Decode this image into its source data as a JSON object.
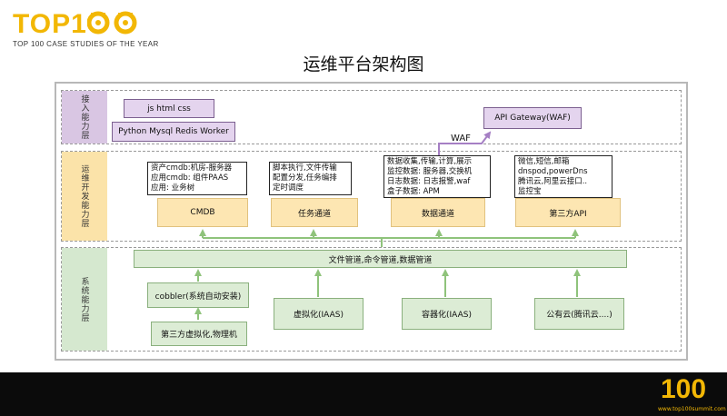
{
  "logo": {
    "main": "TOP1",
    "tagline": "TOP 100 CASE STUDIES OF THE YEAR"
  },
  "title": "运维平台架构图",
  "layers": {
    "access": "接入能力层",
    "dev": "运维开发能力层",
    "system": "系统能力层"
  },
  "access_layer": {
    "frontend": "js html css",
    "backend": "Python Mysql Redis Worker",
    "gateway": "API Gateway(WAF)",
    "waf_label": "WAF"
  },
  "notes": {
    "cmdb": [
      "资产cmdb:机房-服务器",
      "应用cmdb: 组件PAAS",
      "应用: 业务树"
    ],
    "task": [
      "脚本执行,文件传输",
      "配置分发,任务编排",
      "定时调度"
    ],
    "data": [
      "数据收集,传输,计算,展示",
      "监控数据: 服务器,交换机",
      "日志数据: 日志报警,waf",
      "盒子数据: APM"
    ],
    "third": [
      "微信,短信,邮箱",
      "dnspod,powerDns",
      "腾讯云,阿里云接口..",
      "监控宝"
    ]
  },
  "modules": {
    "cmdb": "CMDB",
    "task": "任务通道",
    "data": "数据通道",
    "third": "第三方API"
  },
  "pipeline": "文件管道,命令管道,数据管道",
  "system": {
    "cobbler": "cobbler(系统自动安装)",
    "third_virt": "第三方虚拟化,物理机",
    "virt": "虚拟化(IAAS)",
    "container": "容器化(IAAS)",
    "cloud": "公有云(腾讯云....)"
  },
  "footer": {
    "brand": "100",
    "url": "www.top100summit.com"
  },
  "colors": {
    "brand_yellow": "#f2b705",
    "arrow_green": "#8fc37b",
    "purple_box": "#e4d4ee",
    "orange_box": "#fde6b2",
    "green_box": "#dcecd5"
  }
}
